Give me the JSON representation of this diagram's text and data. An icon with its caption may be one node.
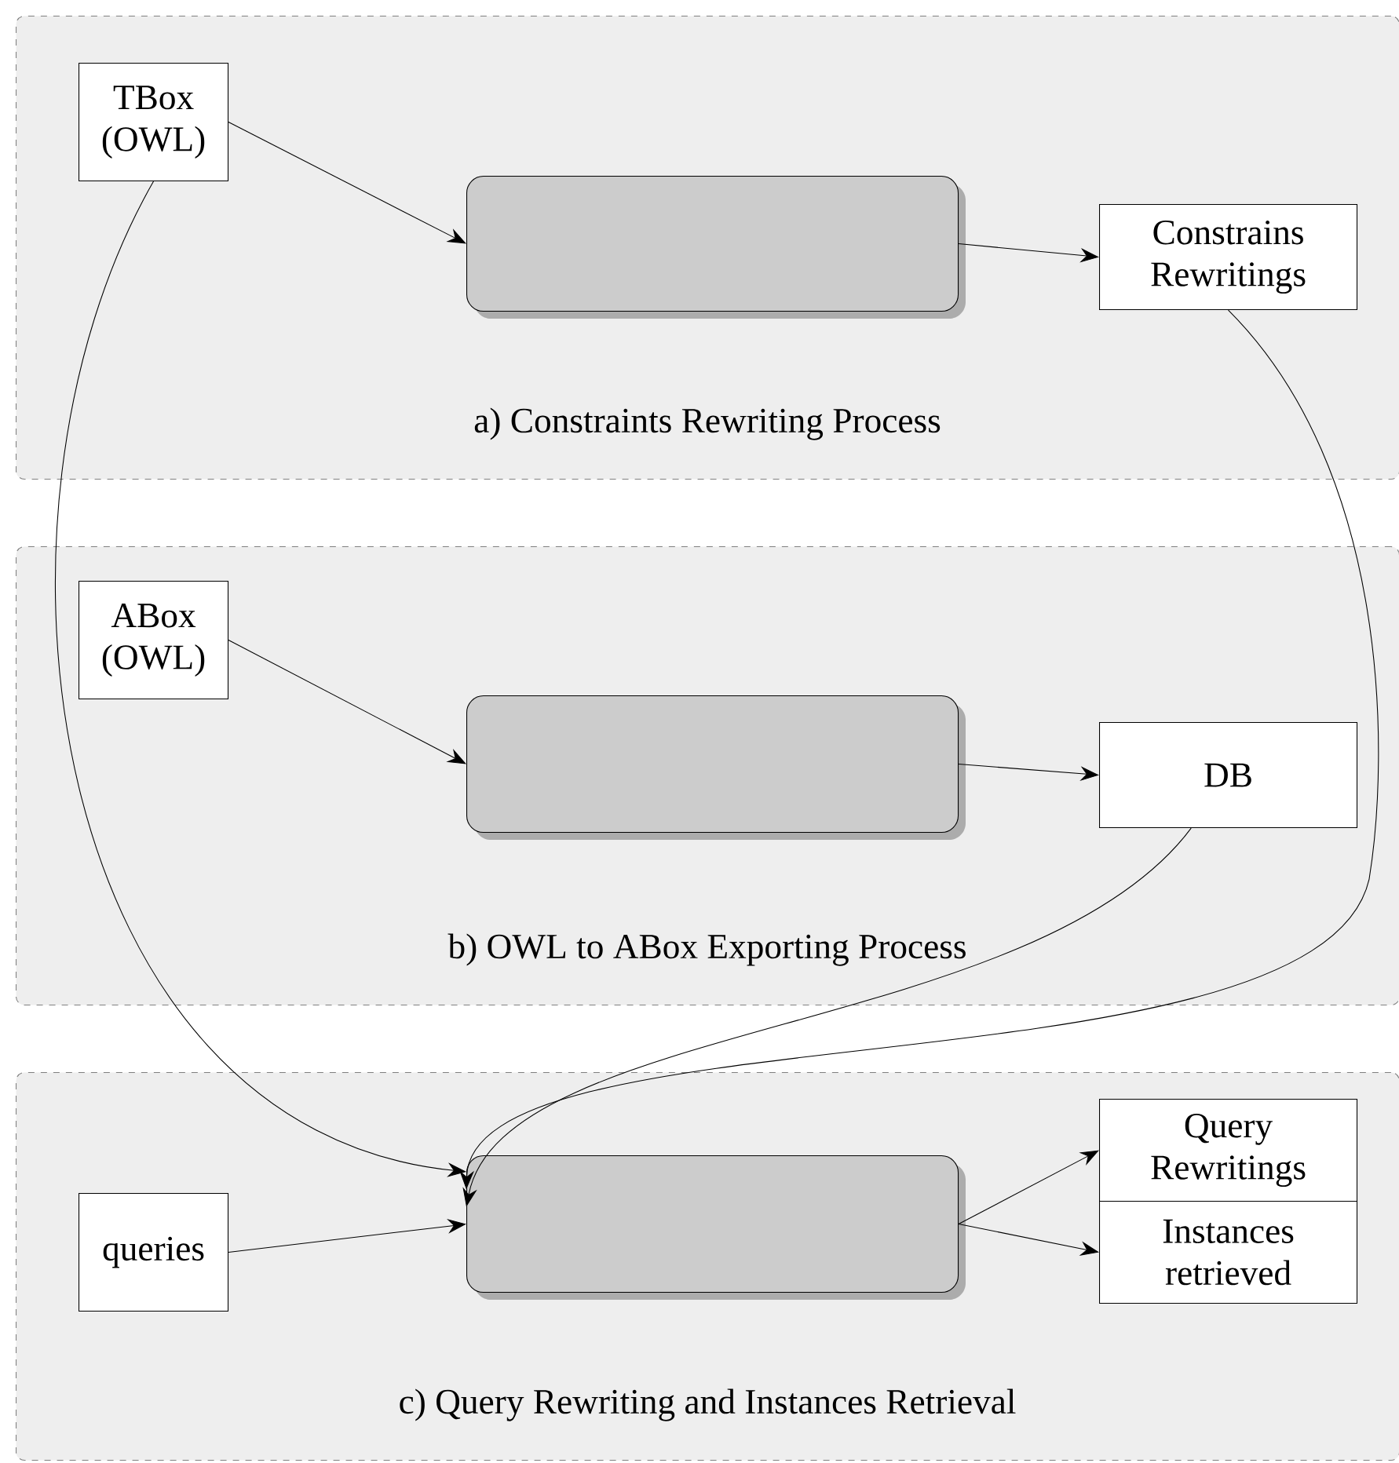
{
  "diagram": {
    "nodes": [
      {
        "text": [
          "a) Constraints Rewriting Process"
        ]
      },
      {
        "text": [
          "TBox (OWL)"
        ],
        "in": 0
      },
      {
        "text": [],
        "shape": "box",
        "in": 0
      },
      {
        "text": [
          "Constrains Rewritings"
        ],
        "in": 0
      },
      {
        "text": [
          "b) OWL to ABox Exporting Process"
        ]
      },
      {
        "text": [
          "ABox (OWL)"
        ],
        "in": 4
      },
      {
        "text": [],
        "shape": "box",
        "in": 4
      },
      {
        "text": [
          "DB"
        ],
        "in": 4
      },
      {
        "text": [
          "c) Query Rewriting and Instances Retrieval"
        ]
      },
      {
        "text": [
          "queries"
        ],
        "in": 8
      },
      {
        "text": [],
        "shape": "box",
        "in": 8
      },
      {
        "text": [
          "Query Rewritings"
        ],
        "in": 8
      },
      {
        "text": [
          "Instances retrieved"
        ],
        "in": 8
      }
    ],
    "edges": [
      {
        "from": 1,
        "to": 2,
        "arrow": "to"
      },
      {
        "from": 2,
        "to": 3,
        "arrow": "to"
      },
      {
        "from": 1,
        "to": 10,
        "arrow": "to"
      },
      {
        "from": 3,
        "to": 10,
        "arrow": "to"
      },
      {
        "from": 5,
        "to": 6,
        "arrow": "to"
      },
      {
        "from": 6,
        "to": 7,
        "arrow": "to"
      },
      {
        "from": 7,
        "to": 10,
        "arrow": "to"
      },
      {
        "from": 9,
        "to": 10,
        "arrow": "to"
      },
      {
        "from": 10,
        "to": 11,
        "arrow": "to"
      },
      {
        "from": 10,
        "to": 12,
        "arrow": "to"
      }
    ]
  }
}
